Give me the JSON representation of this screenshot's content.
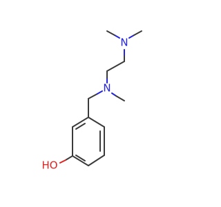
{
  "structure": {
    "colors": {
      "carbon_bond": "#3a3a3a",
      "nitrogen": "#2323e0",
      "oxygen": "#e02323"
    },
    "atom_labels": {
      "n_top": "N",
      "n_middle": "N",
      "o_hydroxyl": "HO"
    }
  }
}
